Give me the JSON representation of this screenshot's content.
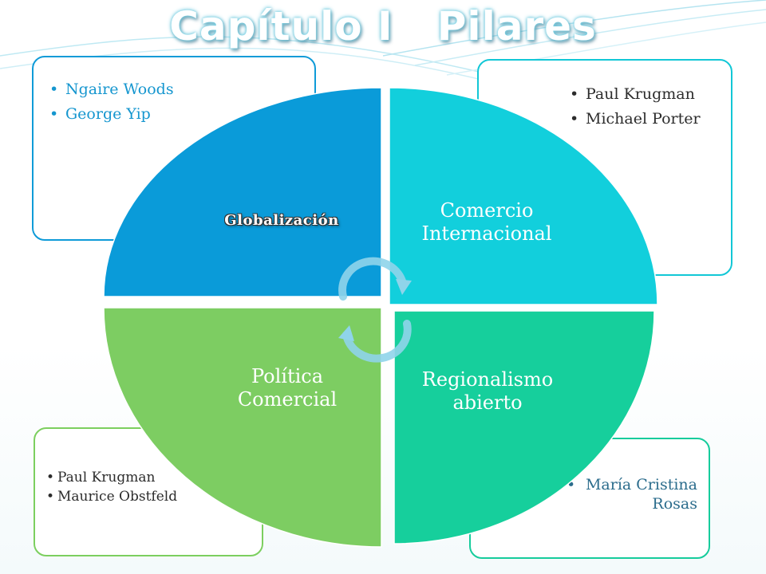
{
  "title": "Capítulo I   Pilares",
  "colors": {
    "globalizacion": "#0a9bd9",
    "comercio": "#12cfdc",
    "politica": "#7dcd62",
    "regionalismo": "#16cf9c",
    "arrows": "#8fd4ea"
  },
  "quadrants": {
    "globalizacion": {
      "label": "Globalización"
    },
    "comercio": {
      "label": "Comercio Internacional"
    },
    "politica": {
      "label": "Política Comercial"
    },
    "regionalismo": {
      "label": "Regionalismo abierto"
    }
  },
  "authors": {
    "globalizacion": [
      "Ngaire Woods",
      "George Yip"
    ],
    "comercio": [
      "Paul Krugman",
      "Michael Porter"
    ],
    "politica": [
      "Paul Krugman",
      "Maurice Obstfeld"
    ],
    "regionalismo": [
      "María Cristina Rosas"
    ]
  },
  "icons": {
    "cycle": "circular-arrows-icon"
  }
}
